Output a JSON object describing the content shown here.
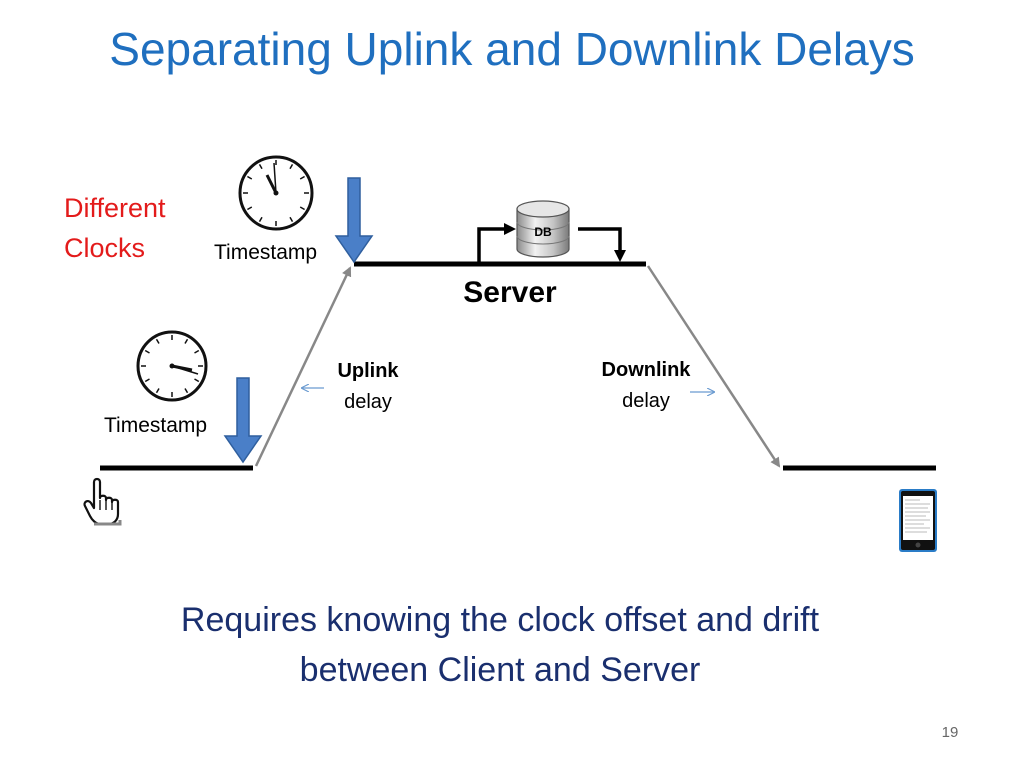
{
  "slide": {
    "title": "Separating Uplink and Downlink Delays",
    "different_clocks": [
      "Different",
      "Clocks"
    ],
    "timestamp_server": "Timestamp",
    "timestamp_client": "Timestamp",
    "server_label": "Server",
    "db_label": "DB",
    "uplink": {
      "bold": "Uplink",
      "normal": "delay"
    },
    "downlink": {
      "bold": "Downlink",
      "normal": "delay"
    },
    "footer": [
      "Requires knowing the clock offset and drift",
      "between Client and Server"
    ],
    "slide_number": "19"
  },
  "icons": [
    "clock-icon",
    "hand-pointer-icon",
    "phone-icon",
    "database-icon",
    "down-arrow-icon"
  ],
  "colors": {
    "title": "#1f6fbf",
    "accent_red": "#e31b1b",
    "footer": "#1a2f6e",
    "arrow_blue": "#4a7fc8"
  }
}
